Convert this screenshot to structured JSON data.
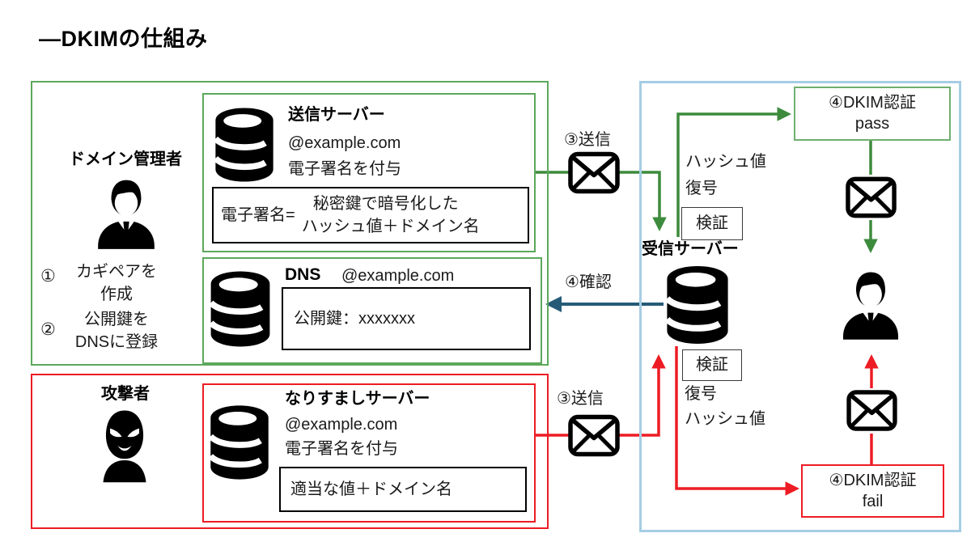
{
  "page": {
    "title": "—DKIMの仕組み"
  },
  "colors": {
    "box_green": "#5ca85c",
    "arrow_green": "#3d8b3d",
    "red": "#ed1c24",
    "teal_arrow": "#265b78",
    "blue_border": "#a5cee4"
  },
  "domain_admin": {
    "label": "ドメイン管理者",
    "steps": [
      {
        "num": "①",
        "line1": "カギペアを",
        "line2": "作成"
      },
      {
        "num": "②",
        "line1": "公開鍵を",
        "line2": "DNSに登録"
      }
    ]
  },
  "sender_server": {
    "title": "送信サーバー",
    "domain": "@example.com",
    "action": "電子署名を付与",
    "signature": {
      "label": "電子署名=",
      "line1": "秘密鍵で暗号化した",
      "line2": "ハッシュ値＋ドメイン名"
    }
  },
  "dns": {
    "title": "DNS",
    "domain": "@example.com",
    "public_key": "公開鍵：xxxxxxx"
  },
  "attacker": {
    "label": "攻撃者"
  },
  "spoof_server": {
    "title": "なりすましサーバー",
    "domain": "@example.com",
    "action": "電子署名を付与",
    "signature": "適当な値＋ドメイン名"
  },
  "flows": {
    "send_legit": "③送信",
    "send_spoof": "③送信",
    "confirm": "④確認",
    "receive_server": "受信サーバー",
    "verify_legit": [
      "ハッシュ値",
      "復号",
      "検証"
    ],
    "verify_spoof": [
      "検証",
      "復号",
      "ハッシュ値"
    ],
    "pass_box": {
      "line1": "④DKIM認証",
      "line2": "pass"
    },
    "fail_box": {
      "line1": "④DKIM認証",
      "line2": "fail"
    }
  },
  "icons": [
    "database-icon",
    "domain-admin-person-icon",
    "attacker-mask-icon",
    "mail-envelope-icon",
    "recipient-person-icon"
  ]
}
